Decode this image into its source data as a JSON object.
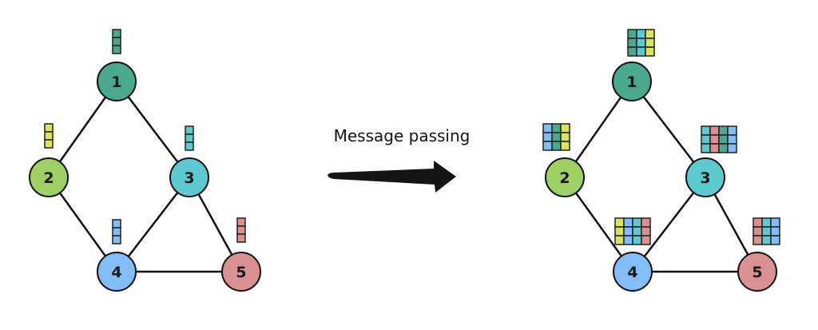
{
  "title": "Message passing",
  "colors": {
    "1": "#4aa88c",
    "2": "#9dcf63",
    "3": "#5ccbd0",
    "4": "#82bdf7",
    "5": "#d99090",
    "feature_2": "#dde35a",
    "edge": "#111111",
    "arrow": "#151515"
  },
  "nodes": [
    {
      "id": "1",
      "label": "1",
      "neighbors_after": [
        "1",
        "3",
        "2"
      ]
    },
    {
      "id": "2",
      "label": "2",
      "neighbors_after": [
        "4",
        "1",
        "2"
      ]
    },
    {
      "id": "3",
      "label": "3",
      "neighbors_after": [
        "3",
        "5",
        "1",
        "4"
      ]
    },
    {
      "id": "4",
      "label": "4",
      "neighbors_after": [
        "2",
        "4",
        "3",
        "5"
      ]
    },
    {
      "id": "5",
      "label": "5",
      "neighbors_after": [
        "5",
        "3",
        "4"
      ]
    }
  ],
  "edges": [
    [
      "1",
      "2"
    ],
    [
      "1",
      "3"
    ],
    [
      "2",
      "4"
    ],
    [
      "3",
      "4"
    ],
    [
      "3",
      "5"
    ],
    [
      "4",
      "5"
    ]
  ],
  "feature_length": 3
}
